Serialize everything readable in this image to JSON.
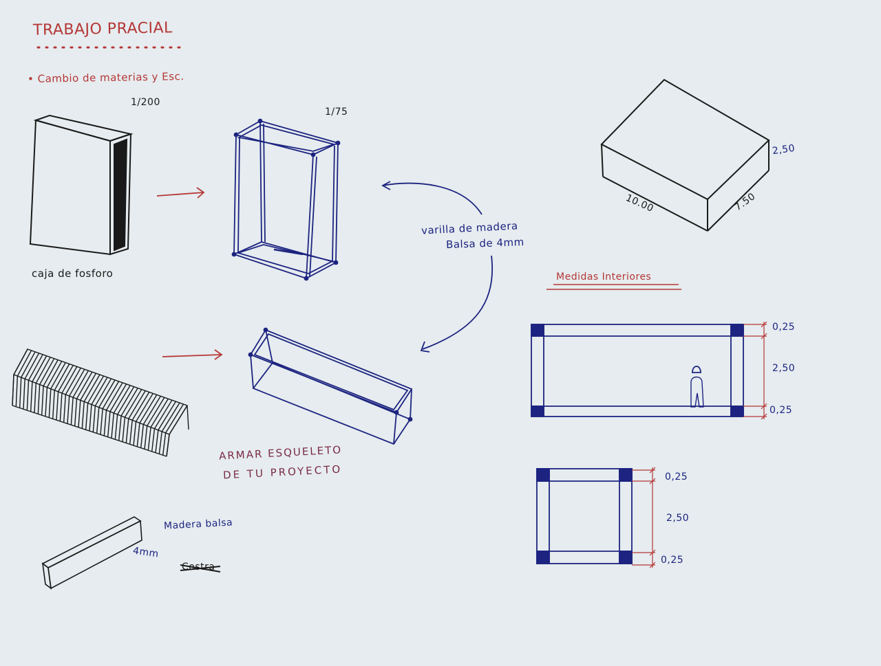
{
  "sheet": {
    "title": "TRABAJO PRACIAL",
    "subtitle": "• Cambio de materias y Esc.",
    "scale_1": "1/200",
    "scale_2": "1/75",
    "matchbox_label": "caja de fosforo",
    "rod_note_line1": "varilla de madera",
    "rod_note_line2": "Balsa de 4mm",
    "skeleton_note_line1": "ARMAR ESQUELETO",
    "skeleton_note_line2": "DE TU PROYECTO",
    "wood_label": "Madera balsa",
    "wood_size": "4mm",
    "crossed_word": "Costra",
    "block_dim_height": "2,50",
    "block_dim_length": "10.00",
    "block_dim_depth": "7.50",
    "interior_title": "Medidas Interiores",
    "elev_dim_top": "0,25",
    "elev_dim_mid": "2,50",
    "elev_dim_bottom": "0,25",
    "plan_dim_top": "0,25",
    "plan_dim_mid": "2,50",
    "plan_dim_bottom": "0,25"
  },
  "colors": {
    "paper": "#e6ecef",
    "ink_black": "#1a1a1a",
    "ink_blue": "#1c2380",
    "ink_red": "#b53636",
    "ink_purple": "#7a2a44"
  }
}
